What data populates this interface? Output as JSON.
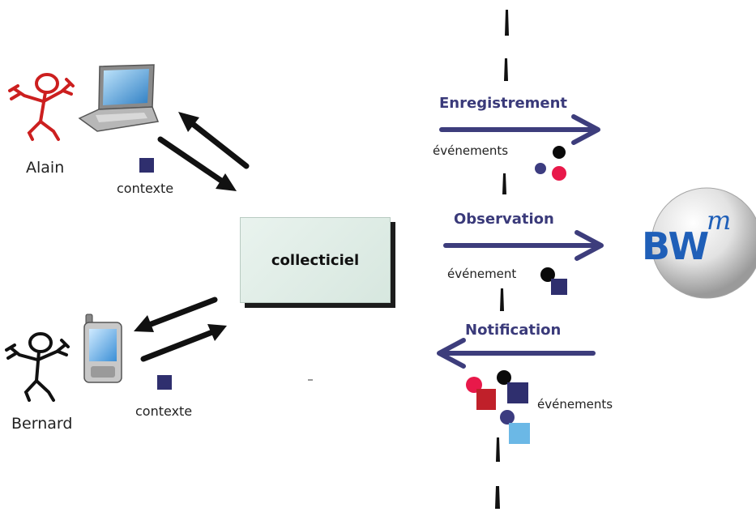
{
  "users": [
    {
      "name": "Alain",
      "color": "#cc1f1f"
    },
    {
      "name": "Bernard",
      "color": "#111111"
    }
  ],
  "context_label": "contexte",
  "center_box": {
    "label": "collecticiel"
  },
  "flows": {
    "enregistrement": {
      "label": "Enregistrement",
      "note": "événements"
    },
    "observation": {
      "label": "Observation",
      "note": "événement"
    },
    "notification": {
      "label": "Notification",
      "note": "événements"
    }
  },
  "server_logo": {
    "text": "BW",
    "superscript": "m"
  },
  "colors": {
    "flow_text": "#3a3a7a",
    "flow_arrow": "#3d3d7c",
    "context_square": "#2f2f6e",
    "event_red": "#e8194a",
    "event_black": "#0a0a0a",
    "event_navy": "#3c3c80",
    "event_lightblue": "#6bb8e6",
    "event_darkred": "#c0202a"
  }
}
